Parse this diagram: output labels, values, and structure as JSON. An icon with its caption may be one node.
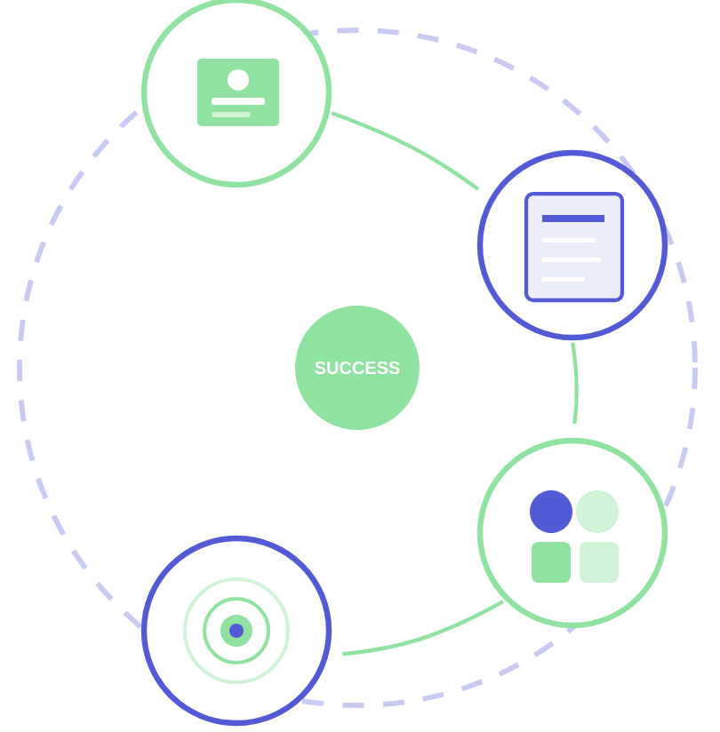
{
  "diagram": {
    "nodes": [
      {
        "text": [],
        "shape": "circle"
      },
      {
        "text": [],
        "shape": "circle"
      },
      {
        "text": [
          "SUCCESS"
        ]
      },
      {
        "text": [],
        "shape": "circle"
      },
      {
        "text": [],
        "shape": "circle"
      }
    ],
    "edges": [
      {
        "from": 0,
        "to": 1,
        "arrow": "none"
      },
      {
        "from": 1,
        "to": 3,
        "arrow": "none"
      },
      {
        "from": 3,
        "to": 4,
        "arrow": "none"
      }
    ]
  }
}
